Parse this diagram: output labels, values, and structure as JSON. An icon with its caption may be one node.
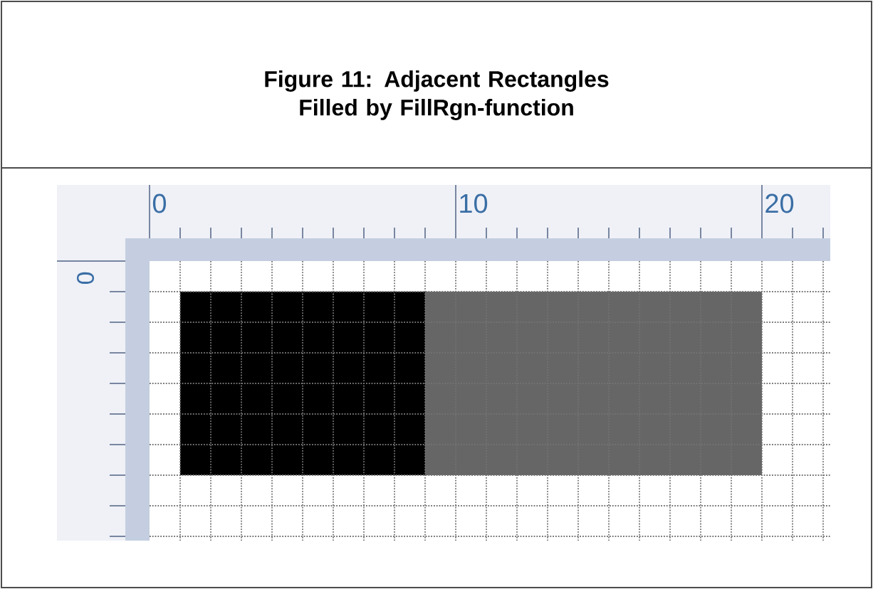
{
  "diagram": {
    "title": "Figure 11: Adjacent Rectangles Filled by FillRgn-function",
    "labels": [
      "0",
      "10",
      "20",
      "0"
    ]
  }
}
